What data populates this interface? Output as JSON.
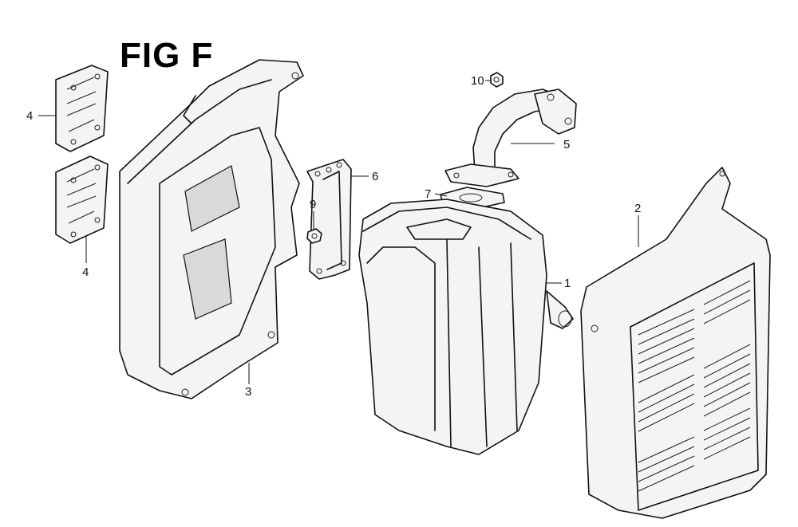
{
  "diagram": {
    "title": "FIG F",
    "callouts": {
      "c1": "1",
      "c2": "2",
      "c3": "3",
      "c4a": "4",
      "c4b": "4",
      "c5": "5",
      "c6": "6",
      "c7": "7",
      "c9": "9",
      "c10": "10"
    }
  }
}
